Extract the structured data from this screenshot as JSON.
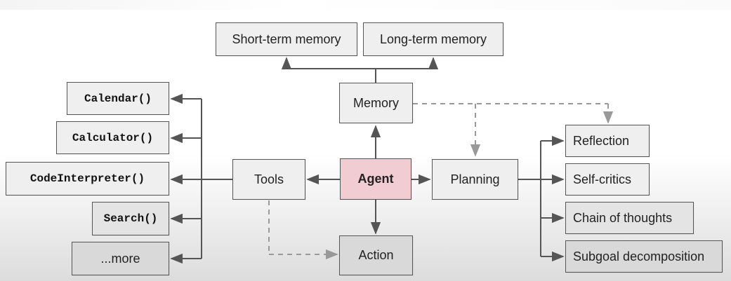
{
  "nodes": {
    "short_term_memory": "Short-term memory",
    "long_term_memory": "Long-term memory",
    "memory": "Memory",
    "agent": "Agent",
    "tools": "Tools",
    "planning": "Planning",
    "action": "Action",
    "calendar": "Calendar()",
    "calculator": "Calculator()",
    "code_interpreter": "CodeInterpreter()",
    "search": "Search()",
    "more": "...more",
    "reflection": "Reflection",
    "self_critics": "Self-critics",
    "chain_of_thoughts": "Chain of thoughts",
    "subgoal_decomposition": "Subgoal decomposition"
  },
  "colors": {
    "agent_fill": "#f1cdd3",
    "box_fill": "#efefef",
    "line": "#555555",
    "dashed_line": "#999999"
  }
}
